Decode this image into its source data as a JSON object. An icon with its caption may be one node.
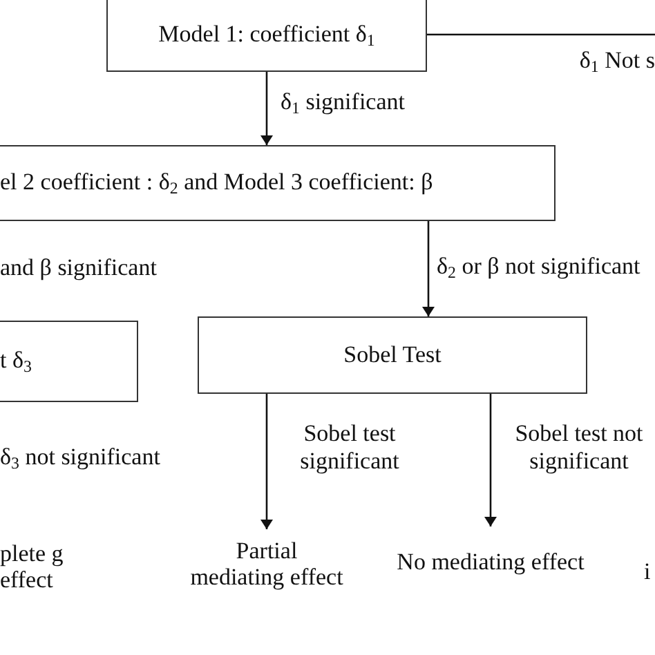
{
  "diagram": {
    "nodes": [
      {
        "text": [
          "Model 1: coefficient δ$_{1}$"
        ]
      },
      {
        "text": [
          "el 2 coefficient : δ$_{2}$ and Model 3 coefficient: β"
        ]
      },
      {
        "text": [
          "t δ$_{3}$"
        ]
      },
      {
        "text": [
          "Sobel Test"
        ]
      },
      {
        "text": [
          "plete g effect"
        ]
      },
      {
        "text": [
          "Partial mediating effect"
        ]
      },
      {
        "text": [
          "No mediating effect"
        ]
      }
    ],
    "edges": [
      {
        "from": 0,
        "to": 1,
        "arrow": "to",
        "label": "δ$_{1}$ significant"
      },
      {
        "from": 0,
        "to": null,
        "arrow": "none",
        "label": "δ$_{1}$ Not s"
      },
      {
        "from": 1,
        "to": 3,
        "arrow": "to",
        "label": "δ$_{2}$ or β not significant"
      },
      {
        "from": 3,
        "to": 5,
        "arrow": "to",
        "label": "Sobel test significant"
      },
      {
        "from": 3,
        "to": 6,
        "arrow": "to",
        "label": "Sobel test not significant"
      }
    ],
    "labels": [
      "and β significant",
      "δ$_{3}$ not significant",
      "i"
    ]
  }
}
